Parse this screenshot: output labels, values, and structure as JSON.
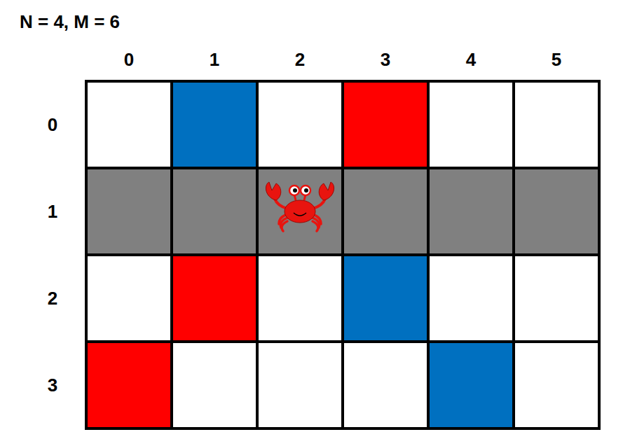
{
  "diagram": {
    "title": "N = 4, M = 6",
    "labels": [
      "0",
      "1",
      "2",
      "3",
      "4",
      "5",
      "0",
      "1",
      "2",
      "3"
    ]
  }
}
